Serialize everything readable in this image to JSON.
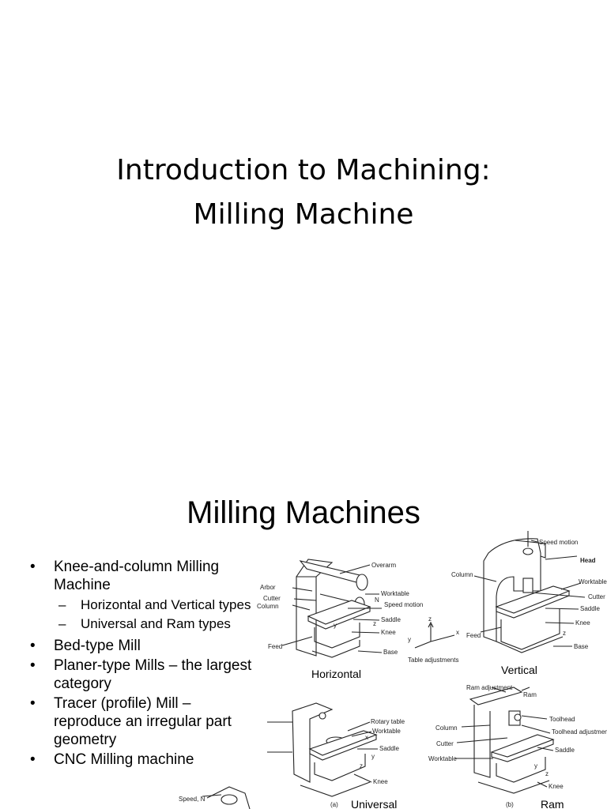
{
  "slide1": {
    "title_line1": "Introduction to Machining:",
    "title_line2": "Milling Machine"
  },
  "slide2": {
    "title": "Milling Machines",
    "bullets": [
      {
        "text": "Knee-and-column Milling Machine",
        "lines": [
          "Knee-and-column Milling",
          "Machine"
        ],
        "subs": [
          "Horizontal and Vertical types",
          "Universal and Ram types"
        ]
      },
      {
        "lines": [
          "Bed-type Mill"
        ]
      },
      {
        "lines": [
          "Planer-type Mills – the largest",
          "category"
        ]
      },
      {
        "lines": [
          "Tracer (profile) Mill –",
          "reproduce an irregular part",
          "geometry"
        ]
      },
      {
        "lines": [
          "CNC Milling machine"
        ]
      }
    ],
    "figures": {
      "horizontal": {
        "caption": "Horizontal",
        "labels": {
          "overarm": "Overarm",
          "arbor": "Arbor",
          "cutter": "Cutter",
          "column": "Column",
          "worktable": "Worktable",
          "speed_motion": "Speed motion",
          "saddle": "Saddle",
          "knee": "Knee",
          "feed": "Feed",
          "base": "Base",
          "n": "N",
          "z": "z",
          "y": "y"
        }
      },
      "table_adjust": {
        "caption": "Table adjustments",
        "z": "z",
        "y": "y",
        "x": "x"
      },
      "vertical": {
        "caption": "Vertical",
        "labels": {
          "speed_motion": "Speed motion",
          "head": "Head",
          "column": "Column",
          "worktable": "Worktable",
          "cutter": "Cutter",
          "saddle": "Saddle",
          "knee": "Knee",
          "feed": "Feed",
          "base": "Base",
          "z": "z"
        }
      },
      "universal": {
        "caption": "Universal",
        "tag": "(a)",
        "labels": {
          "rotary_table": "Rotary table",
          "worktable": "Worktable",
          "saddle": "Saddle",
          "knee": "Knee",
          "x": "x",
          "y": "y",
          "z": "z"
        }
      },
      "ram": {
        "caption": "Ram",
        "tag": "(b)",
        "labels": {
          "ram_adjustment": "Ram adjustment",
          "ram": "Ram",
          "toolhead": "Toolhead",
          "toolhead_adjustment": "Toolhead adjustment",
          "column": "Column",
          "cutter": "Cutter",
          "saddle": "Saddle",
          "worktable": "Worktable",
          "knee": "Knee",
          "y": "y",
          "z": "z"
        }
      },
      "bottom_left": {
        "speed_label": "Speed, N"
      }
    }
  }
}
